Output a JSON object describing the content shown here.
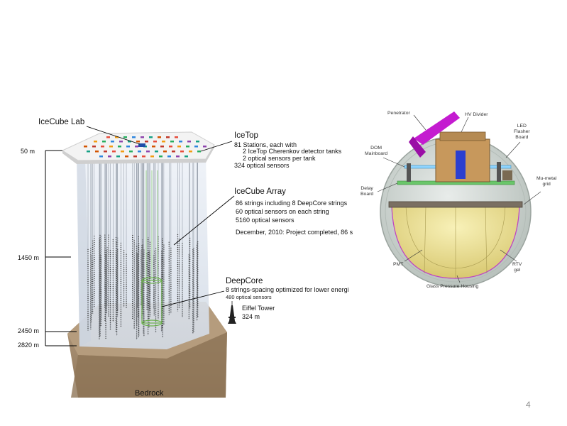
{
  "icecube": {
    "lab_label": "IceCube Lab",
    "icetop": {
      "title": "IceTop",
      "line1": "81 Stations, each with",
      "line2": "2 IceTop Cherenkov detector tanks",
      "line3": "2 optical sensors per tank",
      "line4": "324 optical sensors"
    },
    "array": {
      "title": "IceCube Array",
      "line1": "86 strings including 8 DeepCore strings",
      "line2": "60 optical sensors on each string",
      "line3": "5160 optical sensors",
      "line4": "December, 2010: Project completed, 86 s"
    },
    "deepcore": {
      "title": "DeepCore",
      "line1": "8 strings-spacing optimized for lower energi",
      "line2": "480 optical sensors"
    },
    "eiffel": {
      "title": "Eiffel Tower",
      "height": "324 m"
    },
    "depths": [
      "50 m",
      "1450 m",
      "2450 m",
      "2820 m"
    ],
    "bedrock": "Bedrock"
  },
  "dom": {
    "penetrator": "Penetrator",
    "hv_divider": "HV Divider",
    "led_flasher": "LED\nFlasher\nBoard",
    "dom_mainboard": "DOM\nMainboard",
    "mu_metal": "Mu-metal\ngrid",
    "delay_board": "Delay\nBoard",
    "pmt": "PMT",
    "rtv_gel": "RTV\ngel",
    "glass_housing": "Glass Pressure Housing"
  },
  "page_number": "4",
  "colors": {
    "bedrock": "#a38a6c",
    "ice_column": "#dfe5ee",
    "pmt": "#efe49a",
    "penetrator": "#c41bd0",
    "glass": "#cfd6d2"
  }
}
